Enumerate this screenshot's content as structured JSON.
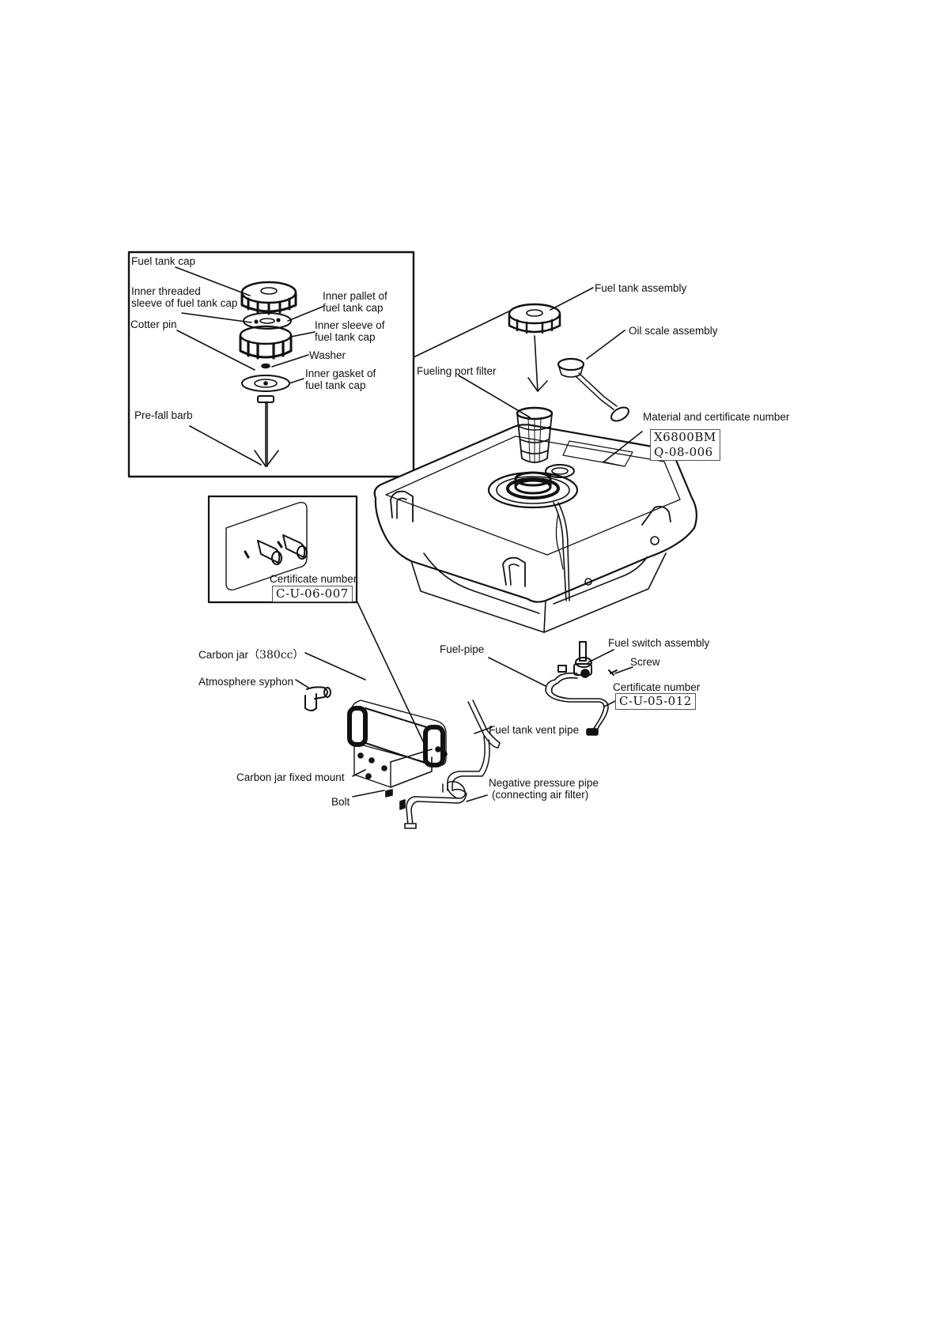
{
  "inset_cap": {
    "fuel_tank_cap": "Fuel tank cap",
    "inner_threaded_1": "Inner threaded",
    "inner_threaded_2": "sleeve of fuel tank cap",
    "cotter_pin": "Cotter pin",
    "inner_pallet_1": "Inner pallet of",
    "inner_pallet_2": "fuel tank cap",
    "inner_sleeve_1": "Inner sleeve of",
    "inner_sleeve_2": "fuel tank cap",
    "washer": "Washer",
    "inner_gasket_1": "Inner gasket of",
    "inner_gasket_2": "fuel tank cap",
    "pre_fall_barb": "Pre-fall barb"
  },
  "tank": {
    "fuel_tank_assembly": "Fuel tank assembly",
    "oil_scale_assembly": "Oil scale assembly",
    "fueling_port_filter": "Fueling port filter",
    "material_cert": "Material and certificate number",
    "material_code_1": "X6800BM",
    "material_code_2": "Q-08-006"
  },
  "inset_nozzle": {
    "certificate_number": "Certificate number",
    "code": "C-U-06-007"
  },
  "lower": {
    "carbon_jar": "Carbon jar",
    "carbon_jar_volume": "（380cc）",
    "atmosphere_syphon": "Atmosphere syphon",
    "fuel_pipe": "Fuel-pipe",
    "fuel_switch_assembly": "Fuel switch assembly",
    "screw": "Screw",
    "certificate_number": "Certificate number",
    "switch_code": "C-U-05-012",
    "fuel_tank_vent_pipe": "Fuel tank vent pipe",
    "carbon_jar_fixed_mount": "Carbon jar fixed mount",
    "bolt": "Bolt",
    "negative_pressure_1": "Negative pressure pipe",
    "negative_pressure_2": "(connecting air filter)"
  }
}
